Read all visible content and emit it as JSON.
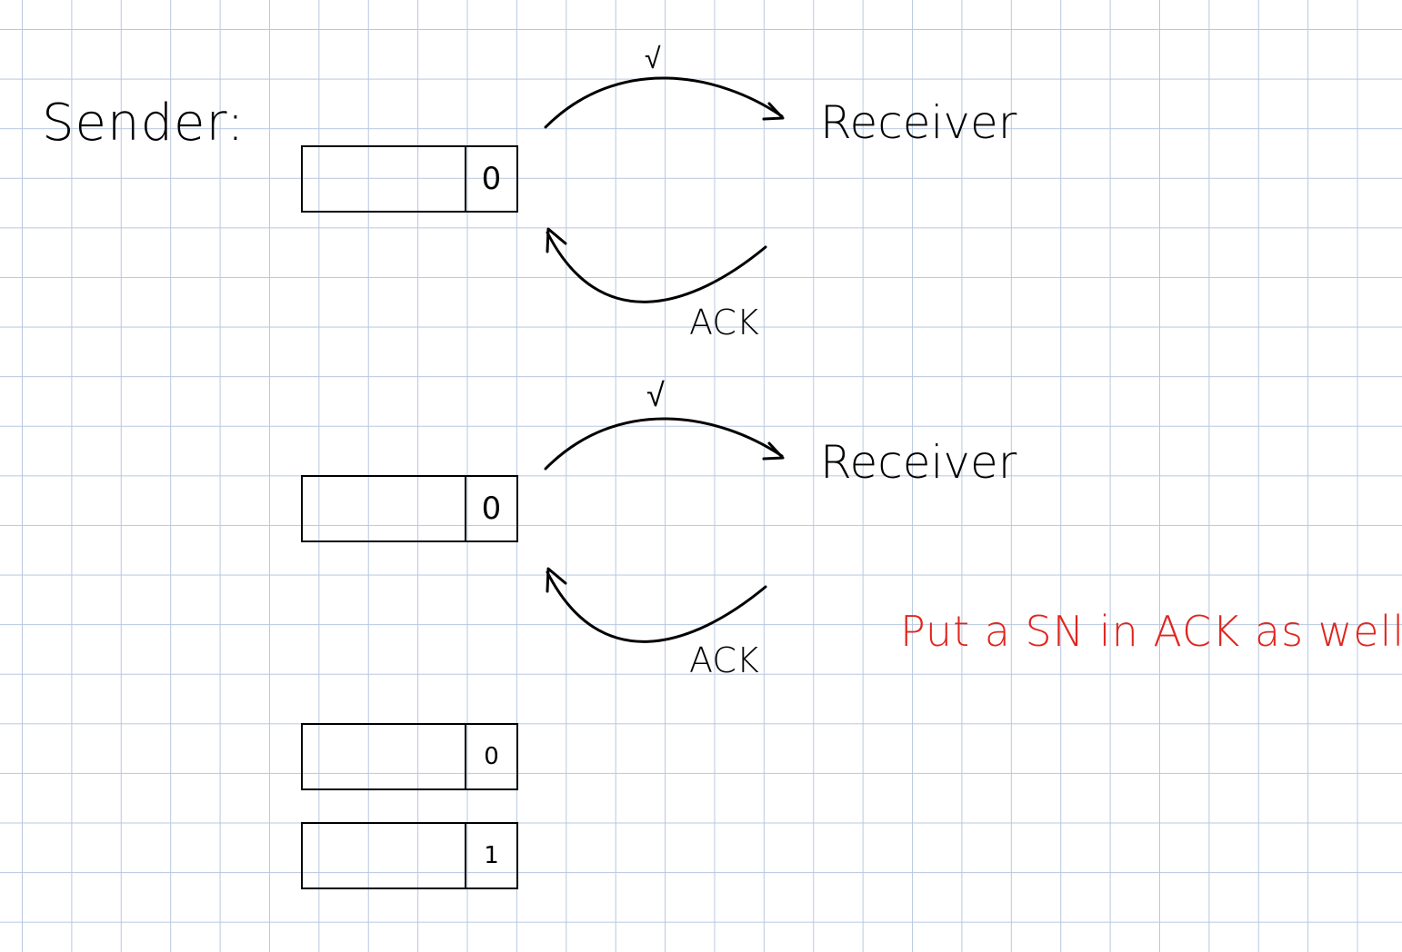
{
  "sender_label": "Sender:",
  "receiver_labels": [
    "Receiver",
    "Receiver"
  ],
  "check_marks": [
    "√",
    "√"
  ],
  "ack_labels": [
    "ACK",
    "ACK"
  ],
  "packet_sequence_numbers": [
    "0",
    "0",
    "0",
    "1"
  ],
  "note": "Put a SN in ACK as well",
  "colors": {
    "ink": "#000000",
    "note": "#e0261f",
    "grid": "#b8c8df"
  }
}
